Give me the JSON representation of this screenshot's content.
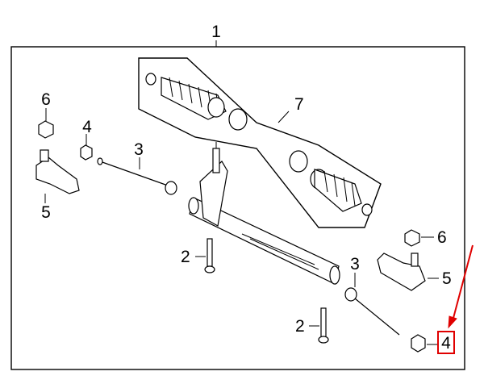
{
  "diagram": {
    "callouts": {
      "assembly": "1",
      "bolt_a": "2",
      "bolt_b": "2",
      "inner_tie_rod_left": "3",
      "inner_tie_rod_right": "3",
      "jam_nut_left": "4",
      "jam_nut_right_highlighted": "4",
      "outer_tie_rod_left": "5",
      "outer_tie_rod_right": "5",
      "castle_nut_left": "6",
      "castle_nut_right": "6",
      "boot_kit": "7"
    },
    "highlight_color": "#e00000",
    "line_color": "#000000"
  }
}
